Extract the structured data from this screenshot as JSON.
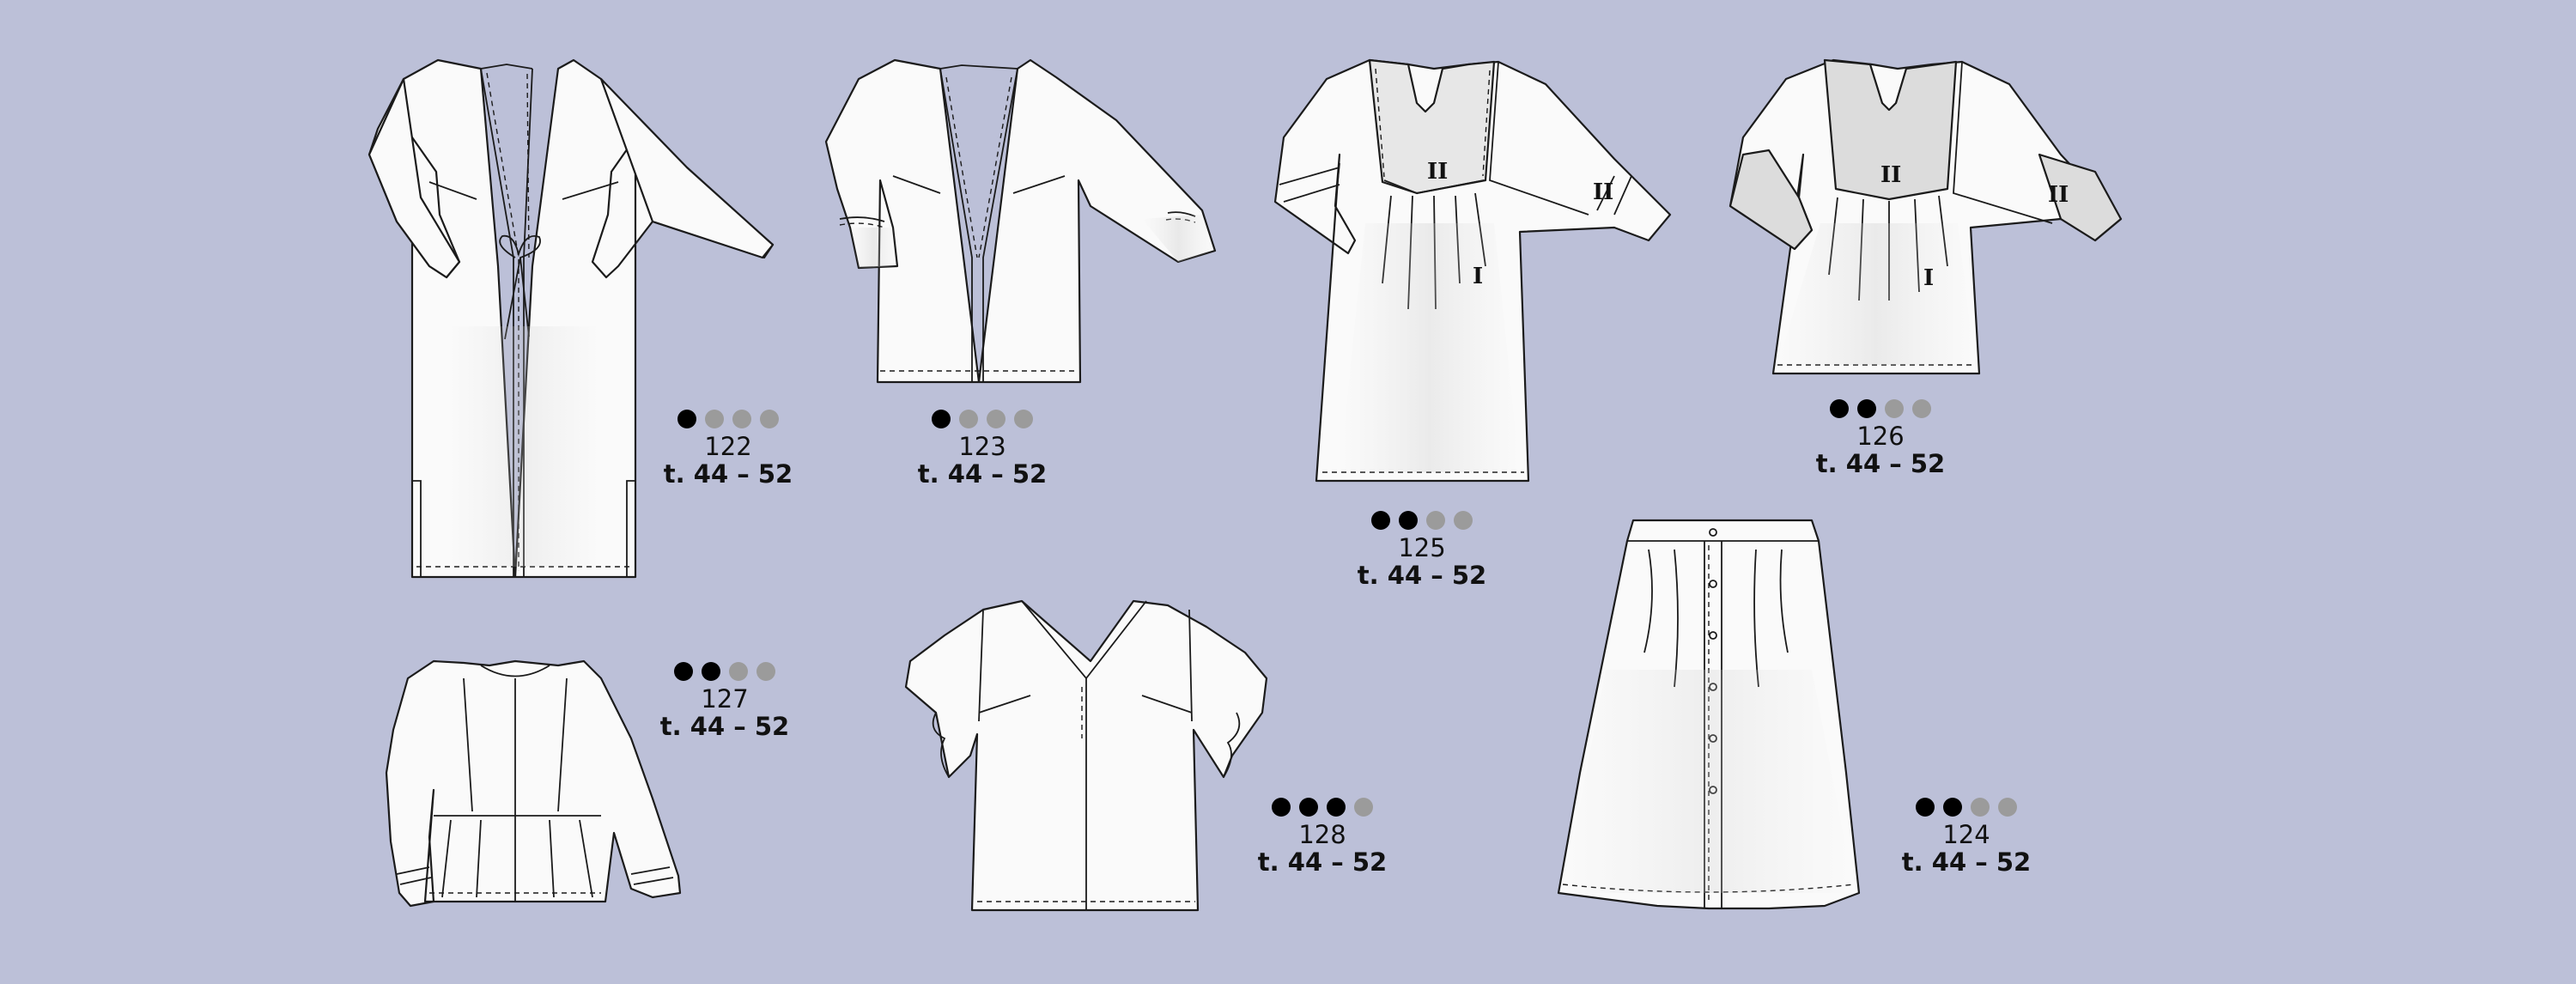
{
  "patterns": [
    {
      "number": "122",
      "sizes": "t. 44 – 52",
      "difficulty": [
        true,
        false,
        false,
        false
      ]
    },
    {
      "number": "123",
      "sizes": "t. 44 – 52",
      "difficulty": [
        true,
        false,
        false,
        false
      ]
    },
    {
      "number": "125",
      "sizes": "t. 44 – 52",
      "difficulty": [
        true,
        true,
        false,
        false
      ]
    },
    {
      "number": "126",
      "sizes": "t. 44 – 52",
      "difficulty": [
        true,
        true,
        false,
        false
      ]
    },
    {
      "number": "127",
      "sizes": "t. 44 – 52",
      "difficulty": [
        true,
        true,
        false,
        false
      ]
    },
    {
      "number": "128",
      "sizes": "t. 44 – 52",
      "difficulty": [
        true,
        true,
        true,
        false
      ]
    },
    {
      "number": "124",
      "sizes": "t. 44 – 52",
      "difficulty": [
        true,
        true,
        false,
        false
      ]
    }
  ],
  "piece_marks": {
    "main": "I",
    "contrast": "II"
  },
  "colors": {
    "background": "#bcc0d8",
    "dot_filled": "#000000",
    "dot_empty": "#9b9b9b",
    "garment_fill": "#fafafa",
    "outline": "#1b1b1b"
  }
}
